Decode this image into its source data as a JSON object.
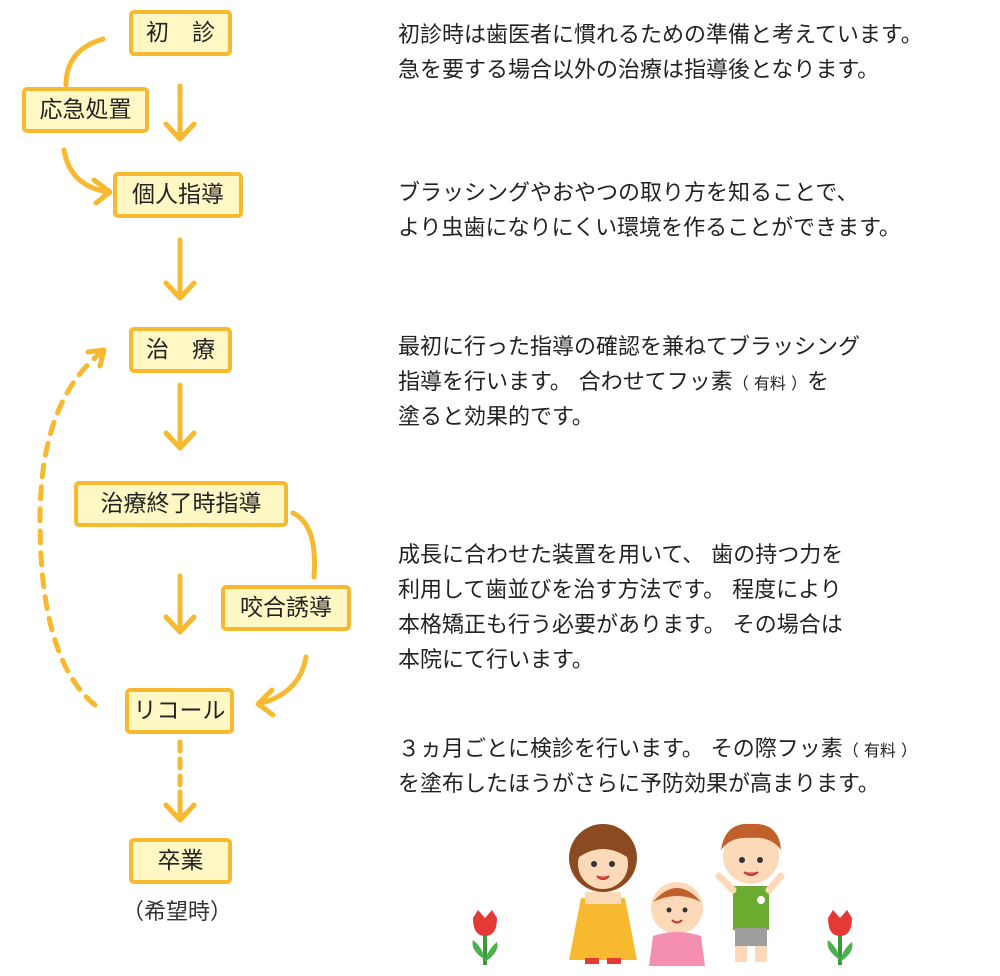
{
  "flow": {
    "nodes": {
      "shoshin": "初　診",
      "okyu": "応急処置",
      "kojin": "個人指導",
      "chiryo": "治　療",
      "shuryo": "治療終了時指導",
      "kogo": "咬合誘導",
      "recall": "リコール",
      "sotsugyo": "卒業"
    },
    "sotsugyo_note": "（希望時）"
  },
  "descriptions": {
    "shoshin": [
      "初診時は歯医者に慣れるための準備と考えています。",
      "急を要する場合以外の治療は指導後となります。"
    ],
    "kojin": [
      "ブラッシングやおやつの取り方を知ることで、",
      "より虫歯になりにくい環境を作ることができます。"
    ],
    "chiryo": {
      "l1": "最初に行った指導の確認を兼ねてブラッシング",
      "l2a": "指導を行います。 合わせてフッ素",
      "l2b": "（ 有料 ）",
      "l2c": "を",
      "l3": "塗ると効果的です。"
    },
    "kogo": [
      "成長に合わせた装置を用いて、 歯の持つ力を",
      "利用して歯並びを治す方法です。 程度により",
      "本格矯正も行う必要があります。 その場合は",
      "本院にて行います。"
    ],
    "recall": {
      "l1a": "３ヵ月ごとに検診を行います。 その際フッ素",
      "l1b": "（ 有料 ）",
      "l2": "を塗布したほうがさらに予防効果が高まります。"
    }
  },
  "colors": {
    "arrow": "#f7b92f",
    "node_fill": "#fff7c4",
    "node_border": "#f7b92f"
  },
  "illustration": {
    "icons": [
      "tulip-icon",
      "girl-icon",
      "baby-icon",
      "boy-icon",
      "tulip-icon"
    ]
  }
}
